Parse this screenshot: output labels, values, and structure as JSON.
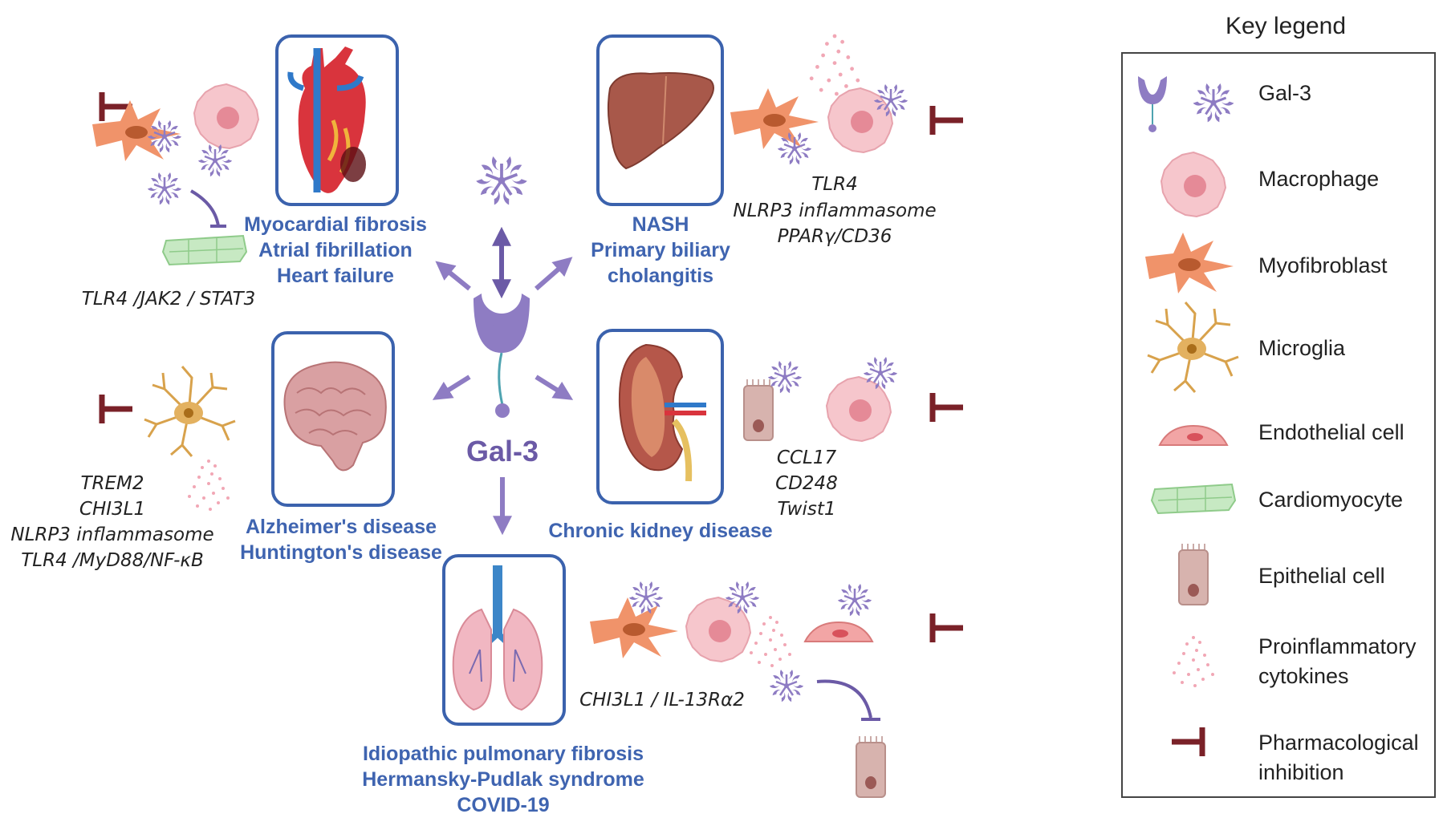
{
  "center": {
    "label": "Gal-3"
  },
  "organs": {
    "heart": [
      "Myocardial fibrosis",
      "Atrial fibrillation",
      "Heart failure"
    ],
    "liver": [
      "NASH",
      "Primary biliary",
      "cholangitis"
    ],
    "brain": [
      "Alzheimer's disease",
      "Huntington's disease"
    ],
    "kidney": [
      "Chronic kidney disease"
    ],
    "lung": [
      "Idiopathic pulmonary fibrosis",
      "Hermansky-Pudlak syndrome",
      "COVID-19"
    ]
  },
  "pathways": {
    "heart": [
      "TLR4 /JAK2 / STAT3"
    ],
    "liver": [
      "TLR4",
      "NLRP3 inflammasome",
      "PPARγ/CD36"
    ],
    "brain": [
      "TREM2",
      "CHI3L1",
      "NLRP3 inflammasome",
      "TLR4 /MyD88/NF-κB"
    ],
    "kidney": [
      "CCL17",
      "CD248",
      "Twist1"
    ],
    "lung": [
      "CHI3L1 / IL-13Rα2"
    ]
  },
  "legend": {
    "title": "Key legend",
    "items": [
      "Gal-3",
      "Macrophage",
      "Myofibroblast",
      "Microglia",
      "Endothelial cell",
      "Cardiomyocyte",
      "Epithelial cell",
      "Proinflammatory",
      "cytokines",
      "Pharmacological",
      "inhibition"
    ]
  },
  "colors": {
    "gal3": "#8e7cc3",
    "label_blue": "#3f64b0",
    "inhibition": "#7a2128",
    "macrophage": "#f2b8c0",
    "myofibroblast": "#f0936a",
    "microglia": "#d8a24c"
  }
}
